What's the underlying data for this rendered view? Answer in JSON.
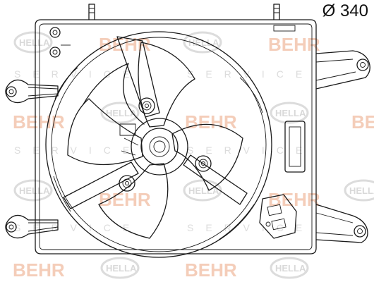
{
  "dimension_label": "Ø 340",
  "watermark": {
    "brand_behr": "BEHR",
    "brand_hella": "HELLA",
    "service_text": "SERVICE"
  },
  "colors": {
    "line": "#1a1a1a",
    "behr_watermark": "#f4cdb9",
    "hella_watermark": "#d9d9d9"
  }
}
